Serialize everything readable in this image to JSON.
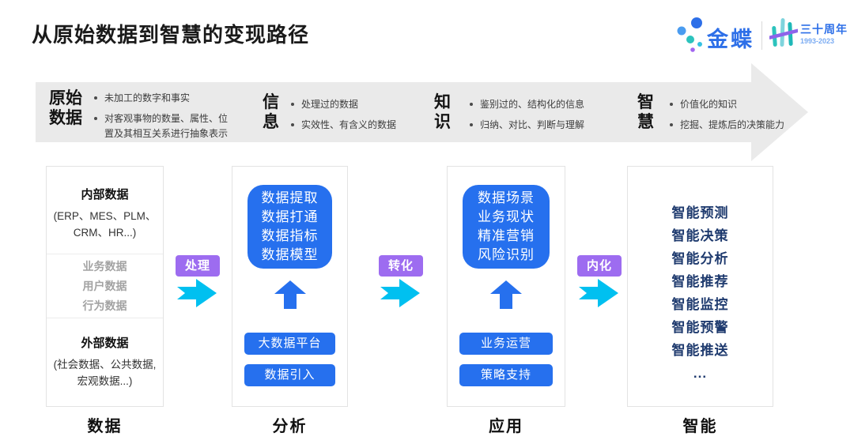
{
  "title": "从原始数据到智慧的变现路径",
  "logo": {
    "brand": "金蝶",
    "anniversary": "三十周年",
    "years": "1993-2023"
  },
  "banner": {
    "stages": [
      {
        "line1": "原始",
        "line2": "数据",
        "bullets": [
          "未加工的数字和事实",
          "对客观事物的数量、属性、位置及其相互关系进行抽象表示"
        ]
      },
      {
        "line1": "信",
        "line2": "息",
        "bullets": [
          "处理过的数据",
          "实效性、有含义的数据"
        ]
      },
      {
        "line1": "知",
        "line2": "识",
        "bullets": [
          "鉴别过的、结构化的信息",
          "归纳、对比、判断与理解"
        ]
      },
      {
        "line1": "智",
        "line2": "慧",
        "bullets": [
          "价值化的知识",
          "挖掘、提炼后的决策能力"
        ]
      }
    ]
  },
  "flow": {
    "arrows": [
      "处理",
      "转化",
      "内化"
    ]
  },
  "columns": {
    "data": {
      "footer": "数据",
      "internal": {
        "title": "内部数据",
        "sub1": "(ERP、MES、PLM、",
        "sub2": "CRM、HR...)"
      },
      "middle": [
        "业务数据",
        "用户数据",
        "行为数据"
      ],
      "external": {
        "title": "外部数据",
        "sub1": "(社会数据、公共数据,",
        "sub2": "宏观数据...)"
      }
    },
    "analysis": {
      "footer": "分析",
      "card": [
        "数据提取",
        "数据打通",
        "数据指标",
        "数据模型"
      ],
      "buttons": [
        "大数据平台",
        "数据引入"
      ]
    },
    "application": {
      "footer": "应用",
      "card": [
        "数据场景",
        "业务现状",
        "精准营销",
        "风险识别"
      ],
      "buttons": [
        "业务运营",
        "策略支持"
      ]
    },
    "intelligence": {
      "footer": "智能",
      "items": [
        "智能预测",
        "智能决策",
        "智能分析",
        "智能推荐",
        "智能监控",
        "智能预警",
        "智能推送",
        "..."
      ]
    }
  },
  "colors": {
    "accent-blue": "#2670ee",
    "arrow-cyan": "#00c0f0",
    "label-purple": "#9d6cf0",
    "navy-text": "#1e3a6e",
    "banner-gray": "#eaeaea",
    "kingdee-blue": "#2d6fe8",
    "teal": "#2cc3bd",
    "border-gray": "#e3e3e3"
  }
}
